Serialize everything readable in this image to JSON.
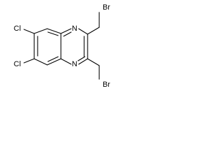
{
  "molecule": {
    "atoms": {
      "cl_top": "Cl",
      "cl_bottom": "Cl",
      "n_top": "N",
      "n_bottom": "N",
      "br_top": "Br",
      "br_bottom": "Br"
    }
  },
  "colors": {
    "bond": "#000000",
    "label": "#000000",
    "background": "#ffffff"
  }
}
